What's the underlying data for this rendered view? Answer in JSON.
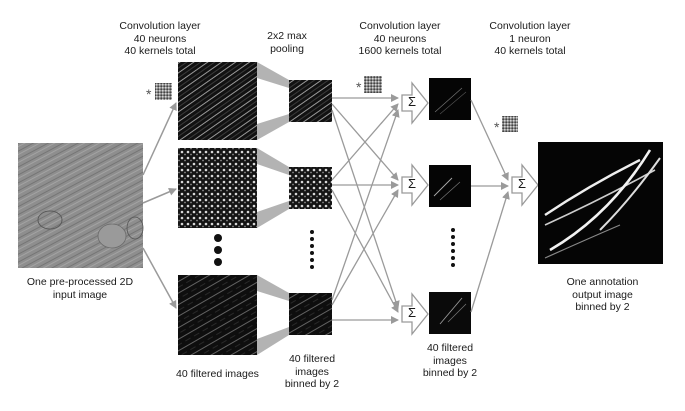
{
  "labels": {
    "conv1": [
      "Convolution layer",
      "40 neurons",
      "40 kernels total"
    ],
    "pool": [
      "2x2 max",
      "pooling"
    ],
    "conv2": [
      "Convolution layer",
      "40 neurons",
      "1600 kernels total"
    ],
    "conv3": [
      "Convolution layer",
      "1 neuron",
      "40 kernels total"
    ],
    "input": [
      "One pre-processed 2D",
      "input image"
    ],
    "conv1_out": [
      "40 filtered images"
    ],
    "pool_out": [
      "40 filtered",
      "images",
      "binned by 2"
    ],
    "conv2_out": [
      "40 filtered",
      "images",
      "binned by 2"
    ],
    "output": [
      "One annotation",
      "output image",
      "binned by 2"
    ]
  },
  "symbols": {
    "sum": "Σ",
    "convolve": "*"
  },
  "colors": {
    "arrow": "#9a9a9a",
    "pool_wedge": "#b3b3b3",
    "dot": "#111111",
    "input_bg": "#8c8c8c"
  }
}
